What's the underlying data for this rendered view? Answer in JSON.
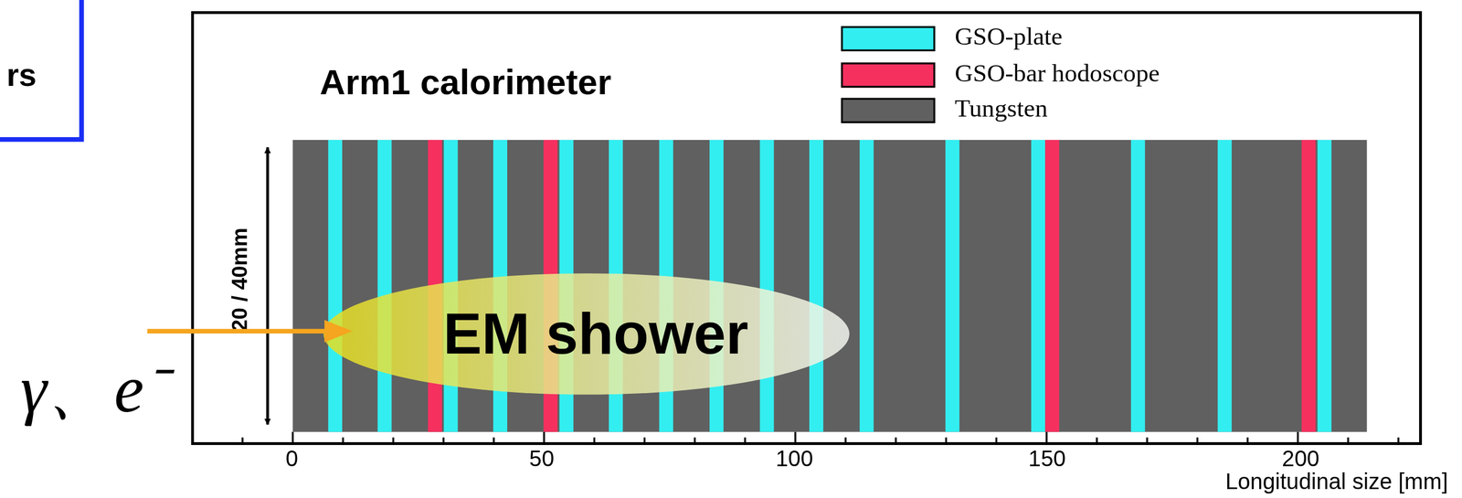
{
  "diagram": {
    "nodes": [
      {
        "text": [
          "rs"
        ]
      },
      {
        "text": [
          "Arm1 calorimeter"
        ]
      },
      {
        "text": [
          "EM shower"
        ],
        "in": 1
      }
    ],
    "labels": [
      "20 / 40mm",
      "γ、e⁻",
      "0",
      "50",
      "100",
      "150",
      "200",
      "Longitudinal size [mm]"
    ],
    "legend": [
      {
        "text": "GSO-plate",
        "color": "#33eef0"
      },
      {
        "text": "GSO-bar hodoscope",
        "color": "#f5305f"
      },
      {
        "text": "Tungsten",
        "color": "#606060"
      }
    ]
  }
}
